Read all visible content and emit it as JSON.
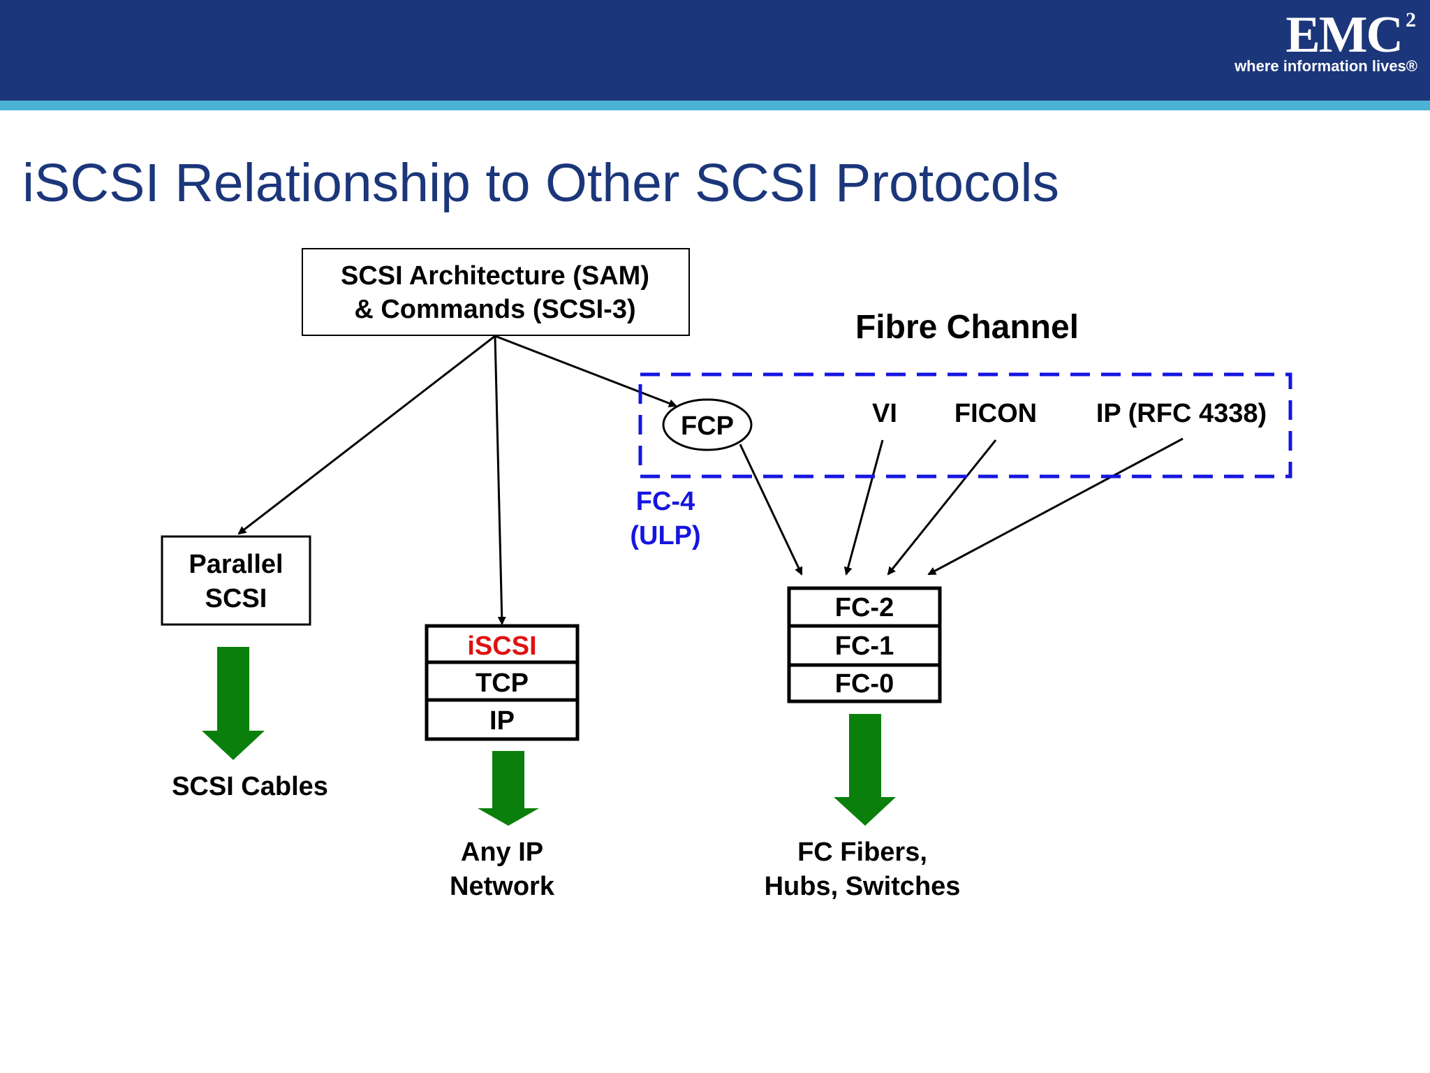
{
  "header": {
    "logo_text": "EMC",
    "logo_superscript": "2",
    "logo_tagline": "where information lives®"
  },
  "title": "iSCSI Relationship to Other SCSI Protocols",
  "colors": {
    "header_bg": "#1b367a",
    "accent_stripe": "#4db3d4",
    "title": "#1b367a",
    "fc_group_border": "#1515e0",
    "fc4_label": "#1515e0",
    "iscsi_highlight": "#e01010",
    "down_arrow": "#0b7f0b"
  },
  "diagram": {
    "scsi_box": {
      "line1": "SCSI Architecture (SAM)",
      "line2": "& Commands (SCSI-3)"
    },
    "fibre_channel_label": "Fibre Channel",
    "fc_upper_protocols": [
      "FCP",
      "VI",
      "FICON",
      "IP (RFC 4338)"
    ],
    "fc4_label": {
      "line1": "FC-4",
      "line2": "(ULP)"
    },
    "parallel_box": {
      "line1": "Parallel",
      "line2": "SCSI"
    },
    "ip_stack": [
      "iSCSI",
      "TCP",
      "IP"
    ],
    "fc_stack": [
      "FC-2",
      "FC-1",
      "FC-0"
    ],
    "outputs": {
      "scsi_cables": "SCSI Cables",
      "ip_network": {
        "line1": "Any IP",
        "line2": "Network"
      },
      "fc_fibers": {
        "line1": "FC Fibers,",
        "line2": "Hubs, Switches"
      }
    }
  }
}
